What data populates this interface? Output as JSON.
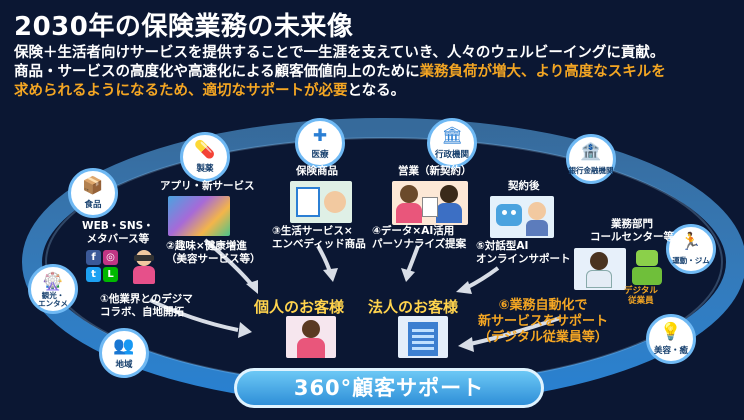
{
  "header": {
    "title": "2030年の保険業務の未来像",
    "desc_line1": "保険＋生活者向けサービスを提供することで一生涯を支えていき、人々のウェルビーイングに貢献。",
    "desc_line2_plain": "商品・サービスの高度化や高速化による顧客価値向上のために",
    "desc_line2_highlight": "業務負荷が増大、より高度なスキルを",
    "desc_line3_highlight": "求められるようになるため、適切なサポートが必要",
    "desc_line3_plain": "となる。"
  },
  "ring_nodes": [
    {
      "key": "region",
      "label": "地域",
      "icon": "people-icon",
      "glyph": "👥"
    },
    {
      "key": "tourism",
      "label": "観光・\nエンタメ",
      "icon": "ferris-wheel-icon",
      "glyph": "🎡"
    },
    {
      "key": "food",
      "label": "食品",
      "icon": "box-icon",
      "glyph": "📦"
    },
    {
      "key": "pharma",
      "label": "製薬",
      "icon": "pill-icon",
      "glyph": "💊"
    },
    {
      "key": "medical",
      "label": "医療",
      "icon": "hospital-icon",
      "glyph": "✚"
    },
    {
      "key": "government",
      "label": "行政機関",
      "icon": "government-building-icon",
      "glyph": "🏛"
    },
    {
      "key": "bank",
      "label": "銀行金融機関",
      "icon": "bank-icon",
      "glyph": "🏦"
    },
    {
      "key": "sports",
      "label": "運動・ジム",
      "icon": "runner-icon",
      "glyph": "🏃"
    },
    {
      "key": "beauty",
      "label": "美容・癒",
      "icon": "lightbulb-person-icon",
      "glyph": "💡"
    }
  ],
  "scenes": {
    "web": {
      "title": "WEB・SNS・\nメタバース等",
      "icon": "sns-icons"
    },
    "app": {
      "title": "アプリ・新サービス",
      "icon": "app-collage-icon"
    },
    "insurance": {
      "title": "保険商品",
      "icon": "insurance-product-icon"
    },
    "sales": {
      "title": "営業（新契約）",
      "icon": "sales-meeting-icon"
    },
    "after": {
      "title": "契約後",
      "icon": "ai-robot-icon"
    },
    "callcenter": {
      "title": "業務部門\nコールセンター等",
      "icon": "operator-icon"
    },
    "digital_staff": {
      "title": "デジタル\n従業員",
      "icon": "robot-staff-icon"
    }
  },
  "steps": [
    {
      "label": "①他業界とのデジマ\nコラボ、自地開拓"
    },
    {
      "label": "②趣味×健康増進\n（美容サービス等）"
    },
    {
      "label": "③生活サービス×\nエンベディッド商品"
    },
    {
      "label": "④データ×AI活用\nパーソナライズ提案"
    },
    {
      "label": "⑤対話型AI\nオンラインサポート"
    },
    {
      "label": "⑥業務自動化で\n新サービスをサポート\n（デジタル従業員等）"
    }
  ],
  "customers": {
    "individual": "個人のお客様",
    "corporate": "法人のお客様"
  },
  "banner": "360°顧客サポート",
  "colors": {
    "background": "#0b1733",
    "ring": "#6fb9f4",
    "highlight": "#f4a623",
    "customer_label": "#ffd34d",
    "banner": "#2f8fd8"
  }
}
